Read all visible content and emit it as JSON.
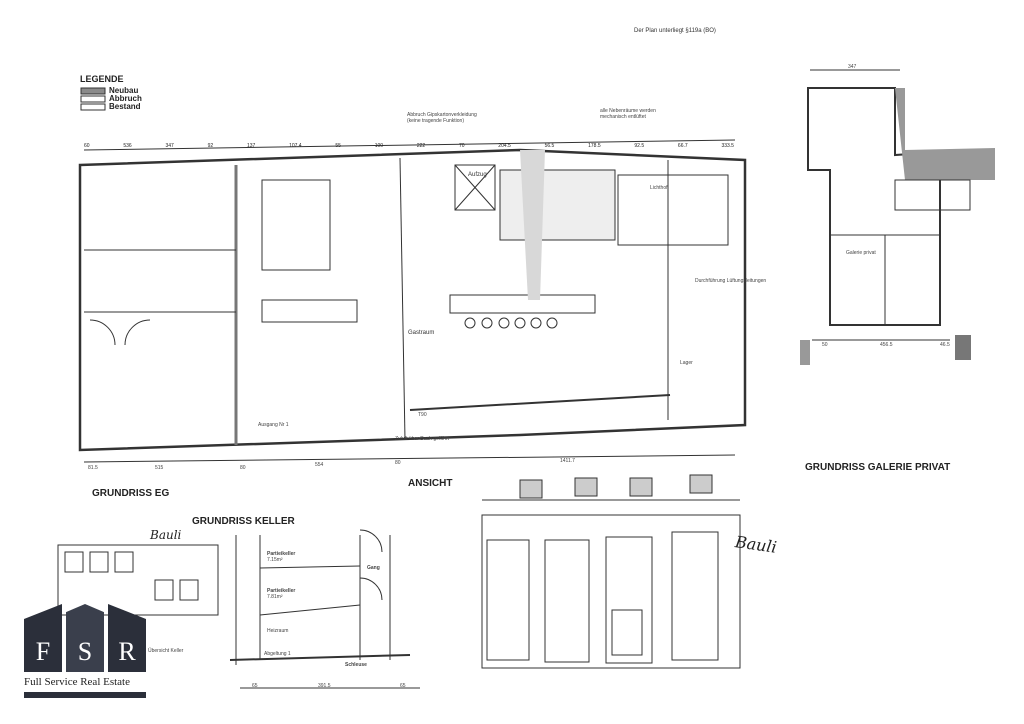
{
  "header_note": "Der Plan unterliegt §119a (BO)",
  "legend": {
    "title": "LEGENDE",
    "items": [
      {
        "label": "Neubau",
        "fill": "#8a8a8a"
      },
      {
        "label": "Abbruch",
        "fill": "#ffffff"
      },
      {
        "label": "Bestand",
        "fill": "#ffffff"
      }
    ]
  },
  "annotations": {
    "abbruch": "Abbruch Gipskartonverkleidung",
    "abbruch_sub": "(keine tragende Funktion)",
    "neben": "alle Nebenräume werden",
    "neben_sub": "mechanisch entlüftet",
    "aufzug": "Aufzug",
    "lichthof": "Lichthof",
    "lueftung": "Durchführung Lüftungsleitungen",
    "gastraum": "Gastraum",
    "lager": "Lager",
    "ausgang": "Ausgang Nr 1",
    "zuluft": "Zuluft über Dach geführt",
    "t90": "T90"
  },
  "dimensions": {
    "top": [
      "60",
      "536",
      "347",
      "92",
      "137",
      "107.4",
      "55",
      "100",
      "222",
      "70",
      "204.5",
      "56.5",
      "178.5",
      "92.5",
      "66.7",
      "333.5"
    ],
    "bottom": [
      "81.5",
      "515",
      "80",
      "554",
      "80",
      "1411.7"
    ],
    "galerie_top": "347",
    "galerie_bottom": [
      "50",
      "456.5",
      "46.5"
    ],
    "keller_bottom": [
      "65",
      "391.5",
      "65"
    ]
  },
  "sections": {
    "eg": "GRUNDRISS EG",
    "keller": "GRUNDRISS KELLER",
    "ansicht": "ANSICHT",
    "galerie": "GRUNDRISS GALERIE PRIVAT",
    "uebersicht": "Übersicht Keller"
  },
  "keller_rooms": [
    "Partieikeller",
    "Partieikeller",
    "Gang",
    "Heizraum",
    "Schleuse",
    "Abgeltung 1"
  ],
  "keller_areas": [
    "7.15m²",
    "7.81m²"
  ],
  "galerie_label": "Galerie privat",
  "signature": "Bauli",
  "logo": {
    "letters": [
      "F",
      "S",
      "R"
    ],
    "tagline": "Full Service Real Estate",
    "color": "#2b2f3a"
  }
}
